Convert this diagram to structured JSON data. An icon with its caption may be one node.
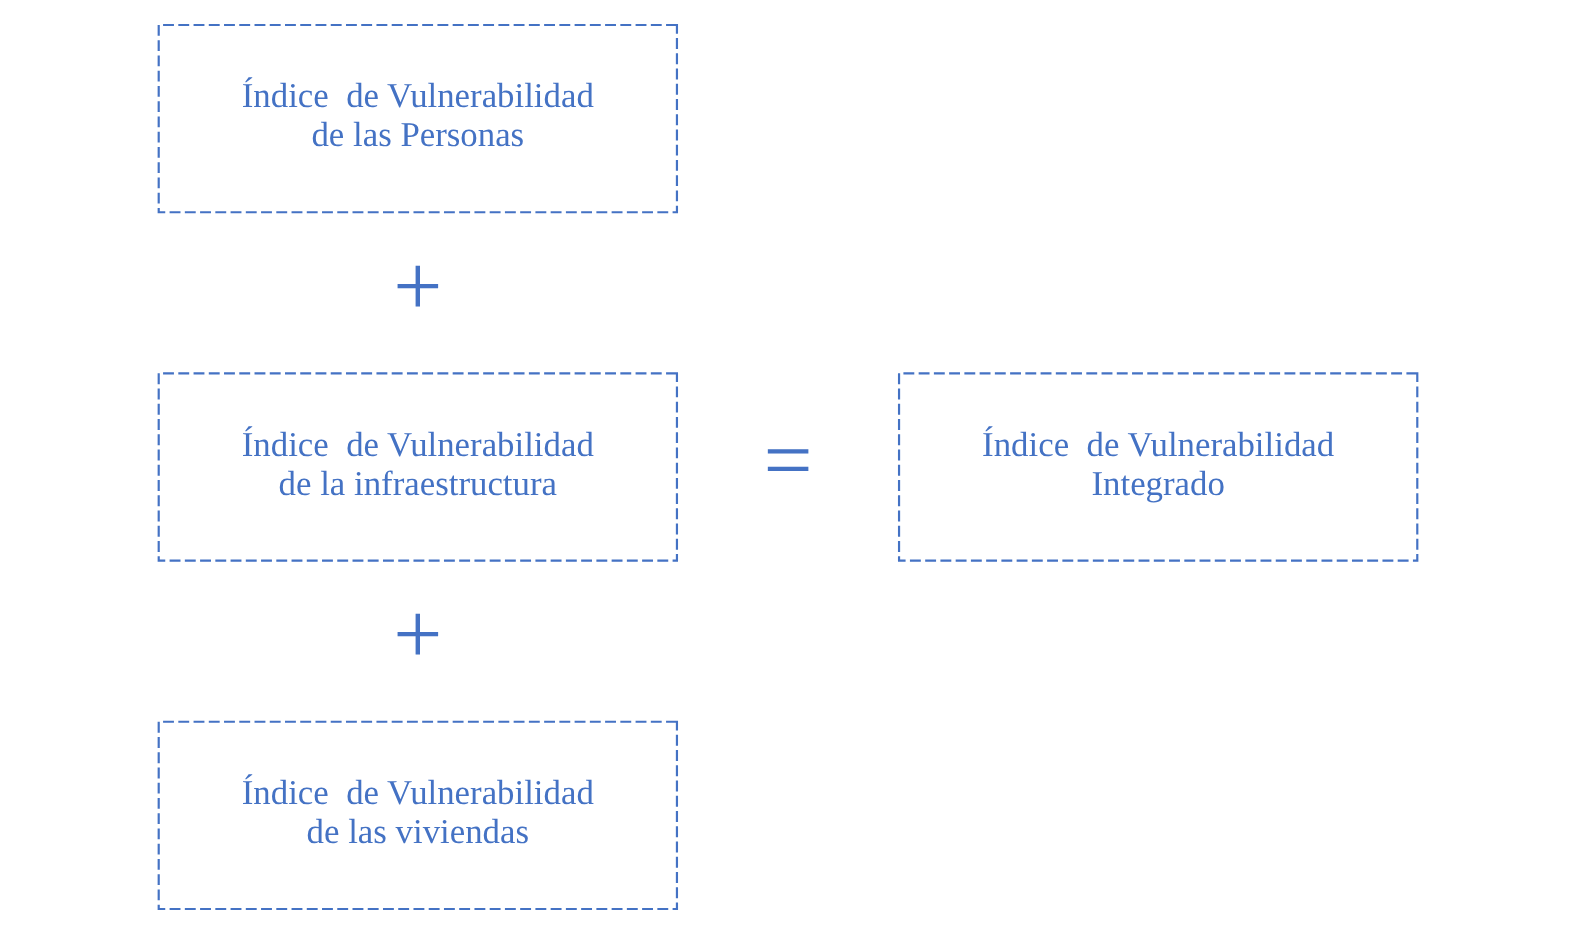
{
  "diagram": {
    "nodes": [
      {
        "text": [
          "Índice  de Vulnerabilidad de las Personas"
        ]
      },
      {
        "text": [
          "Índice  de Vulnerabilidad de la infraestructura"
        ]
      },
      {
        "text": [
          "Índice  de Vulnerabilidad de las viviendas"
        ]
      },
      {
        "text": [
          "Índice  de Vulnerabilidad Integrado"
        ]
      }
    ],
    "edges": [],
    "labels": [
      "+",
      "+",
      "="
    ]
  }
}
